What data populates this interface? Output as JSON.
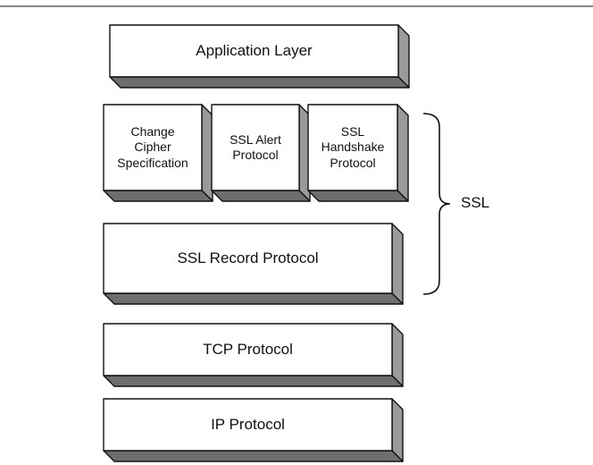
{
  "layers": {
    "application": "Application Layer",
    "change_cipher": "Change\nCipher\nSpecification",
    "alert": "SSL Alert\nProtocol",
    "handshake": "SSL\nHandshake\nProtocol",
    "record": "SSL Record Protocol",
    "tcp": "TCP Protocol",
    "ip": "IP Protocol"
  },
  "bracket_label": "SSL",
  "colors": {
    "face": "#ffffff",
    "edge": "#111111",
    "side_shade": "#9a9a9a",
    "bottom_shade": "#6e6e6e"
  }
}
